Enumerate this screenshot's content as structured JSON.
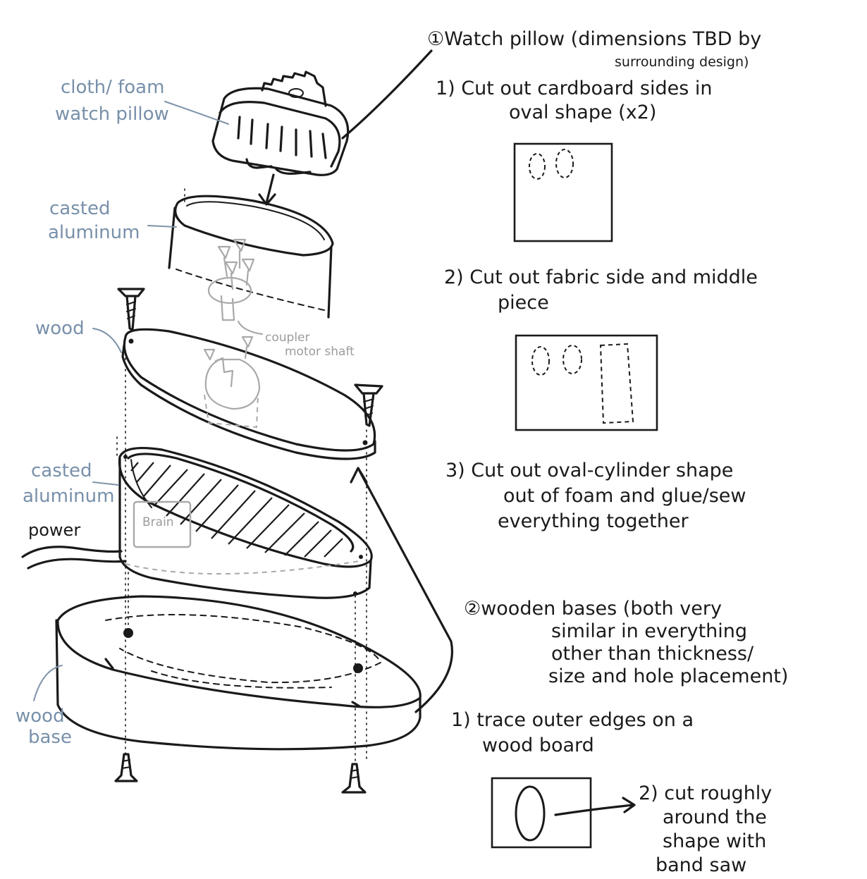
{
  "labels": {
    "cloth_foam_l1": "cloth/ foam",
    "cloth_foam_l2": "watch pillow",
    "casted_top_l1": "casted",
    "casted_top_l2": "aluminum",
    "wood": "wood",
    "coupler": "coupler",
    "motor_shaft": "motor shaft",
    "casted_mid_l1": "casted",
    "casted_mid_l2": "aluminum",
    "brain": "Brain",
    "power": "power",
    "wood_base_l1": "wood",
    "wood_base_l2": "base"
  },
  "notes": {
    "section1_title": "①Watch pillow (dimensions TBD by",
    "section1_title_cont": "surrounding design)",
    "s1_step1_l1": "1) Cut out cardboard sides in",
    "s1_step1_l2": "oval shape (x2)",
    "s1_step2_l1": "2) Cut out fabric side and middle",
    "s1_step2_l2": "piece",
    "s1_step3_l1": "3) Cut out oval-cylinder shape",
    "s1_step3_l2": "out of foam and glue/sew",
    "s1_step3_l3": "everything together",
    "section2_l1": "②wooden bases (both very",
    "section2_l2": "similar in everything",
    "section2_l3": "other than thickness/",
    "section2_l4": "size and hole placement)",
    "s2_step1_l1": "1) trace outer edges on a",
    "s2_step1_l2": "wood board",
    "s2_step2_l1": "2) cut roughly",
    "s2_step2_l2": "around the",
    "s2_step2_l3": "shape with",
    "s2_step2_l4": "band saw"
  }
}
